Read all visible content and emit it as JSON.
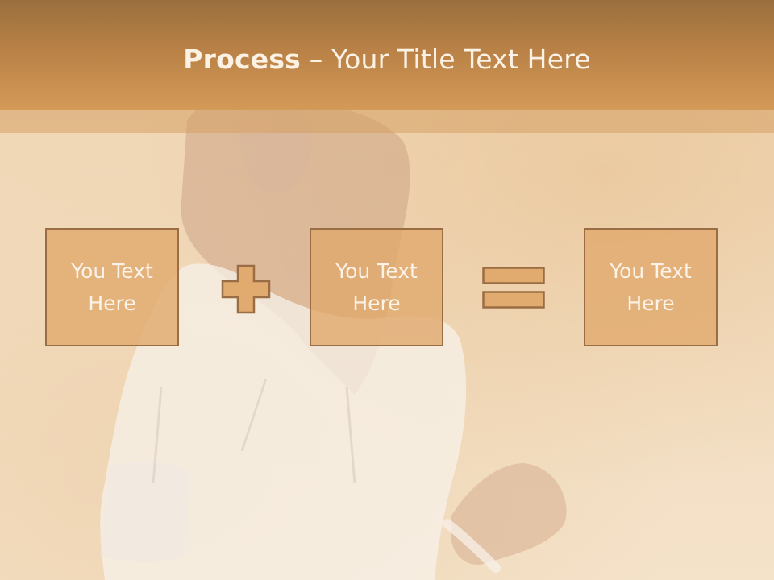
{
  "title": {
    "bold": "Process",
    "rest": " – Your Title Text Here"
  },
  "boxes": [
    {
      "text": "You Text\nHere"
    },
    {
      "text": "You Text\nHere"
    },
    {
      "text": "You Text\nHere"
    }
  ],
  "colors": {
    "header": "#b98146",
    "box_fill": "#e1aa6e",
    "box_border": "#9a6d44",
    "text_light": "#fbf3e8"
  },
  "icons": {
    "operator_1": "plus-icon",
    "operator_2": "equals-icon"
  }
}
